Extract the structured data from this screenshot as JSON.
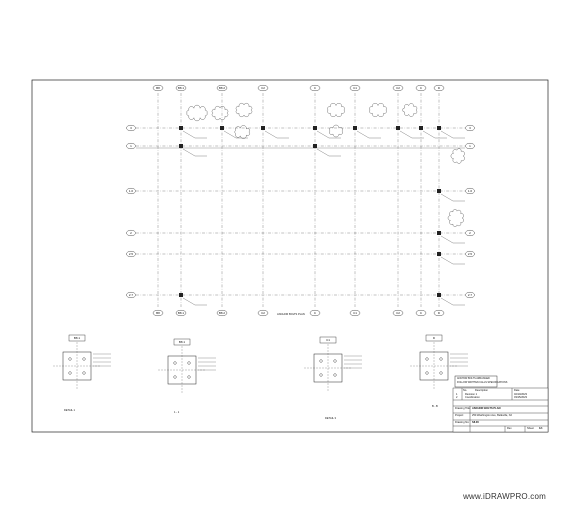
{
  "drawing": {
    "title": "ANCHOR BOLTS PLAN",
    "grid_columns_top": [
      "B8",
      "B8.1",
      "B8.2",
      "C2",
      "C",
      "C1",
      "C2",
      "C",
      "D"
    ],
    "grid_columns_bottom": [
      "B8",
      "B8.1",
      "B8.2",
      "C2",
      "C",
      "C1",
      "C2",
      "C",
      "D"
    ],
    "grid_rows": [
      "3",
      "1",
      "1.6",
      "2",
      "2.5",
      "2.7"
    ],
    "plan_label": "ANCHOR BOLTS PLAN",
    "details": [
      {
        "label": "DETAIL 1"
      },
      {
        "label": "1 - 1"
      },
      {
        "label": "DETAIL 3"
      },
      {
        "label": "B - B"
      }
    ],
    "detail_heads": [
      "B8.1",
      "B8.1",
      "C1",
      "D"
    ],
    "note_box": [
      "ANCHOR BOLTS ARRANGED",
      "FOLLOW WRITTEN CALLS SPECIFICATIONS"
    ],
    "titleblock": {
      "rows": [
        {
          "label": "Drawing Title:",
          "value": "ANCHOR BOLTS PLAN"
        },
        {
          "label": "Project:",
          "value": "250 Washington Ave, Belleville, NJ"
        },
        {
          "label": "Drawing No:",
          "value": "S8.00"
        }
      ],
      "rev_label": "Rev",
      "sheet_label": "Sheet",
      "sheet_no": "1/1",
      "revision_header": [
        "No.",
        "Description",
        "Date"
      ],
      "revisions": [
        [
          "1",
          "Revision 1",
          "02/10/2023"
        ],
        [
          "2",
          "Coordination",
          "03/15/2023"
        ]
      ]
    }
  },
  "watermark": "www.iDRAWPRO.com"
}
